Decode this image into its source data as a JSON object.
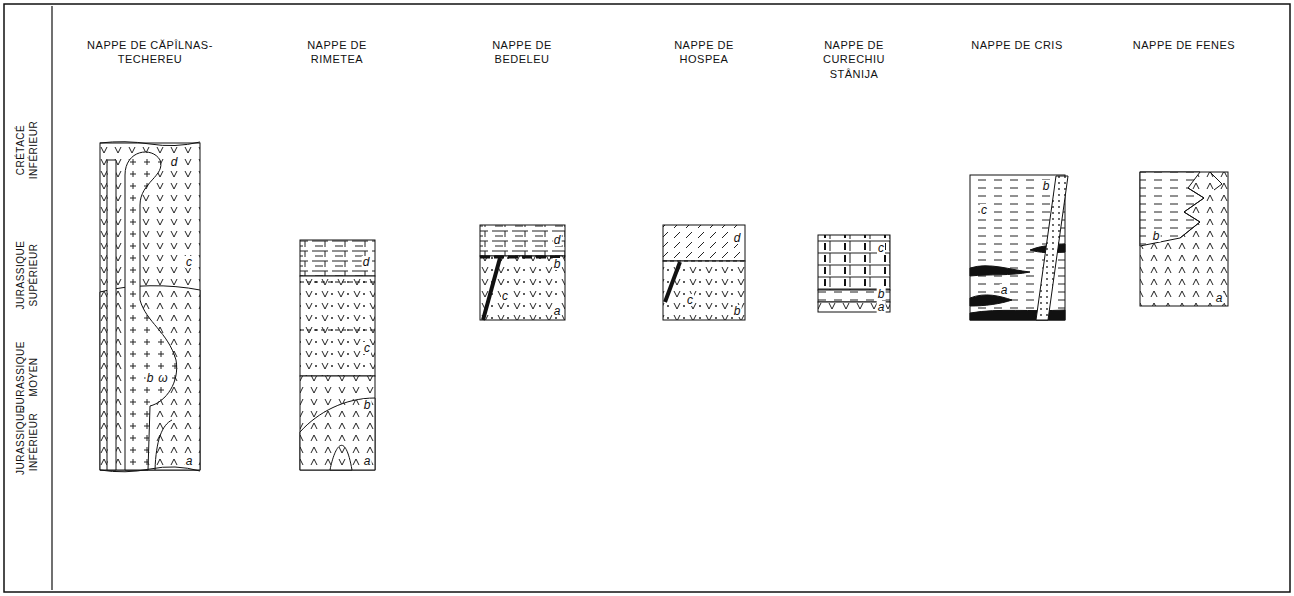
{
  "diagram": {
    "nodes": [
      {
        "text": [
          "NAPPE DE CĂPÎLNAS-TECHEREU"
        ]
      },
      {
        "text": [
          "NAPPE DE RIMETEA"
        ]
      },
      {
        "text": [
          "NAPPE DE BEDELEU"
        ]
      },
      {
        "text": [
          "NAPPE DE HOSPEA"
        ]
      },
      {
        "text": [
          "NAPPE DE CURECHIU STÂNIJA"
        ]
      },
      {
        "text": [
          "NAPPE DE CRIS"
        ]
      },
      {
        "text": [
          "NAPPE DE FENES"
        ]
      }
    ],
    "labels": [
      "CRÉTACÉ INFÉRIEUR",
      "JURASSIQUE SUPÉRIEUR",
      "JURASSIQUE MOYEN",
      "JURASSIQUE INFÉRIEUR",
      "d",
      "c",
      "b",
      "ω",
      "a",
      "d",
      "c",
      "b",
      "a",
      "d",
      "b",
      "c",
      "a",
      "d",
      "c",
      "b",
      "c",
      "b",
      "a",
      "b",
      "c",
      "a",
      "b",
      "a"
    ]
  }
}
